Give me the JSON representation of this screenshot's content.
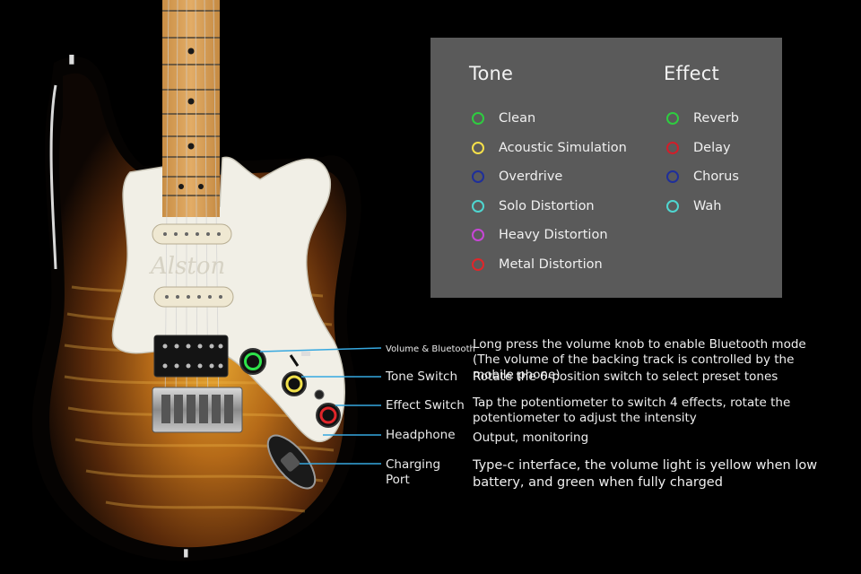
{
  "brand_logo": "Alston",
  "tone": {
    "title": "Tone",
    "items": [
      {
        "label": "Clean",
        "color": "#2ecc40"
      },
      {
        "label": "Acoustic Simulation",
        "color": "#f5e04a"
      },
      {
        "label": "Overdrive",
        "color": "#1f2f9a"
      },
      {
        "label": "Solo Distortion",
        "color": "#4fd6d0"
      },
      {
        "label": "Heavy Distortion",
        "color": "#c746d6"
      },
      {
        "label": "Metal Distortion",
        "color": "#e0262a"
      }
    ]
  },
  "effect": {
    "title": "Effect",
    "items": [
      {
        "label": "Reverb",
        "color": "#2ecc40"
      },
      {
        "label": "Delay",
        "color": "#d11e2a"
      },
      {
        "label": "Chorus",
        "color": "#1f2f9a"
      },
      {
        "label": "Wah",
        "color": "#4fd6d0"
      }
    ]
  },
  "callouts": {
    "volume": {
      "label": "Volume & Bluetooth",
      "desc": "Long press the volume knob to enable Bluetooth mode (The volume of the backing track is controlled by the mobile phone)"
    },
    "tone_switch": {
      "label": "Tone Switch",
      "desc": "Rotate the 6-position switch to select preset tones"
    },
    "effect_switch": {
      "label": "Effect Switch",
      "desc": "Tap the potentiometer to switch 4 effects, rotate the potentiometer to adjust the intensity"
    },
    "headphone": {
      "label": "Headphone",
      "desc": "Output, monitoring"
    },
    "charging": {
      "label": "Charging Port",
      "desc": "Type-c interface, the volume light is yellow when low battery, and green when fully charged"
    }
  },
  "colors": {
    "callout_line": "#36a8e0",
    "pickguard": "#f1efe6",
    "neck": "#d9a25a"
  }
}
